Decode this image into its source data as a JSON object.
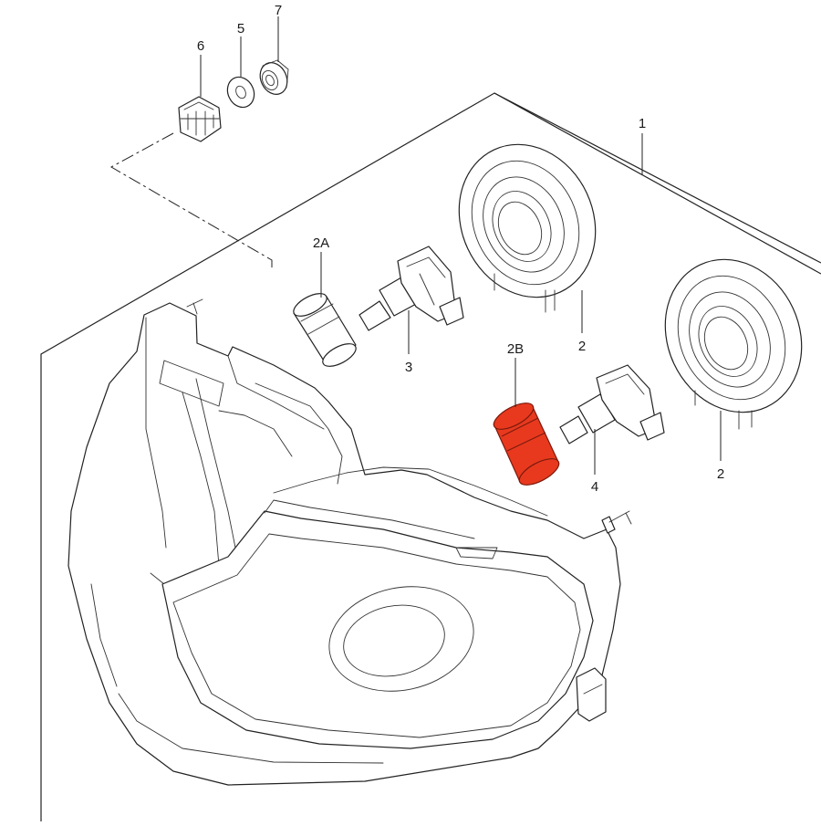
{
  "callouts": {
    "c1": "1",
    "c2a": "2A",
    "c2b": "2B",
    "c2_upper": "2",
    "c2_lower": "2",
    "c3": "3",
    "c4": "4",
    "c5": "5",
    "c6": "6",
    "c7": "7"
  },
  "highlight": {
    "part": "2B",
    "color": "#e8391e"
  }
}
